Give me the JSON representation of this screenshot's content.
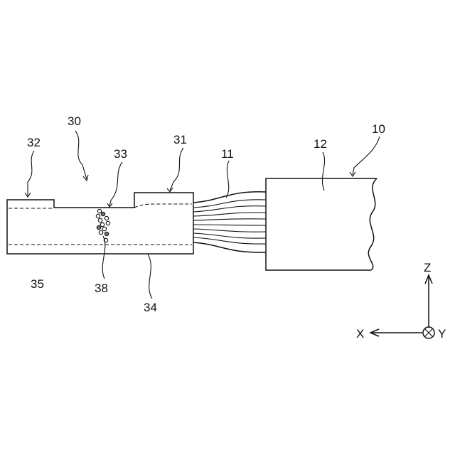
{
  "labels": {
    "ref_30": "30",
    "ref_32": "32",
    "ref_33": "33",
    "ref_31": "31",
    "ref_11": "11",
    "ref_12": "12",
    "ref_10": "10",
    "ref_35": "35",
    "ref_38": "38",
    "ref_34": "34"
  },
  "axes": {
    "z_label": "Z",
    "x_label": "X",
    "y_label": "Y"
  }
}
